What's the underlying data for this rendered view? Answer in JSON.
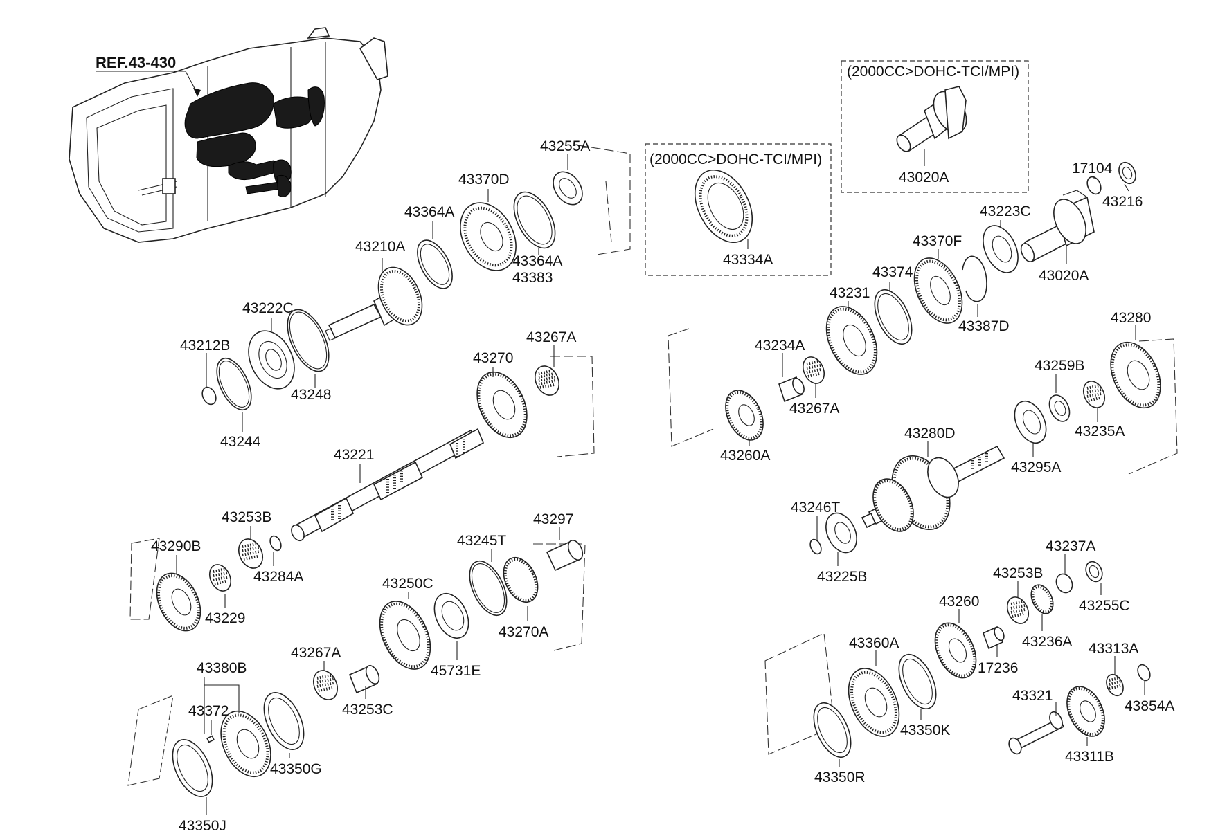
{
  "reference": "REF.43-430",
  "boxes": [
    {
      "id": "box-main-bearing",
      "caption": "(2000CC>DOHC-TCI/MPI)",
      "part": "43334A"
    },
    {
      "id": "box-output-housing",
      "caption": "(2000CC>DOHC-TCI/MPI)",
      "part": "43020A"
    }
  ],
  "labels": {
    "p43255A": "43255A",
    "p43370D": "43370D",
    "p43364A_1": "43364A",
    "p43364A_2": "43364A",
    "p43383": "43383",
    "p43210A": "43210A",
    "p43222C": "43222C",
    "p43212B": "43212B",
    "p43248": "43248",
    "p43244": "43244",
    "p43270": "43270",
    "p43267A_1": "43267A",
    "p43221": "43221",
    "p43253B_1": "43253B",
    "p43290B": "43290B",
    "p43284A": "43284A",
    "p43229": "43229",
    "p43297": "43297",
    "p43245T": "43245T",
    "p43250C": "43250C",
    "p43270A": "43270A",
    "p45731E": "45731E",
    "p43267A_2": "43267A",
    "p43253C": "43253C",
    "p43380B": "43380B",
    "p43372": "43372",
    "p43350G": "43350G",
    "p43350J": "43350J",
    "p17104": "17104",
    "p43216": "43216",
    "p43223C": "43223C",
    "p43020A": "43020A",
    "p43370F": "43370F",
    "p43374": "43374",
    "p43387D": "43387D",
    "p43231": "43231",
    "p43234A": "43234A",
    "p43267A_3": "43267A",
    "p43260A": "43260A",
    "p43280": "43280",
    "p43259B": "43259B",
    "p43235A": "43235A",
    "p43280D": "43280D",
    "p43295A": "43295A",
    "p43246T": "43246T",
    "p43225B": "43225B",
    "p43237A": "43237A",
    "p43253B_2": "43253B",
    "p43255C": "43255C",
    "p43260": "43260",
    "p43236A": "43236A",
    "p43360A": "43360A",
    "p17236": "17236",
    "p43313A": "43313A",
    "p43321": "43321",
    "p43854A": "43854A",
    "p43350K": "43350K",
    "p43311B": "43311B",
    "p43350R": "43350R"
  }
}
